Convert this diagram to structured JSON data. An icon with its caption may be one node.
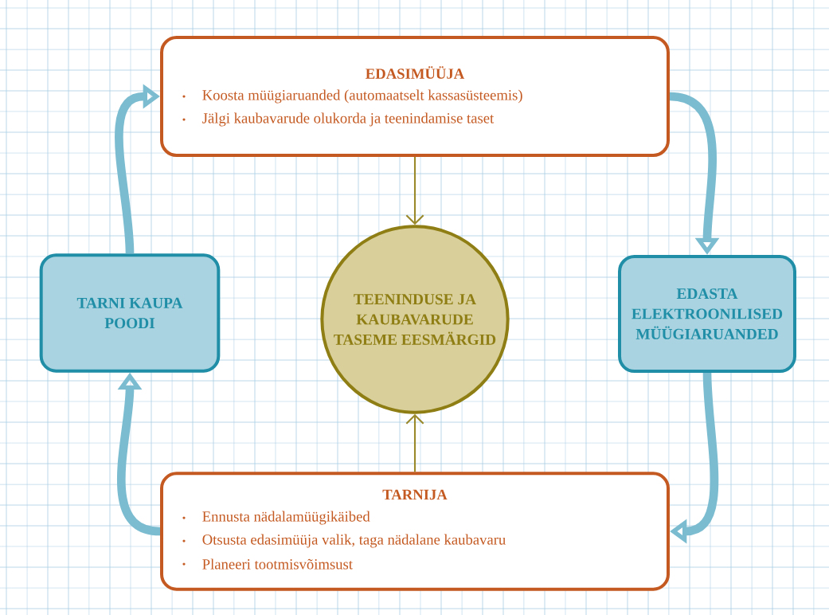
{
  "diagram": {
    "nodes": [
      {
        "text": [
          "EDASIMÜÜJA",
          "Koosta müügiaruanded (automaatselt kassasüsteemis)",
          "Jälgi kaubavarude olukorda ja teenindamise taset"
        ]
      },
      {
        "text": [
          "TARNI KAUPA POODI"
        ]
      },
      {
        "text": [
          "TEENINDUSE JA KAUBAVARUDE TASEME EESMÄRGID"
        ]
      },
      {
        "text": [
          "EDASTA ELEKTROONILISED MÜÜGIARUANDED"
        ]
      },
      {
        "text": [
          "TARNIJA",
          "Ennusta nädalamüügikäibed",
          "Otsusta edasimüüja valik, taga nädalane kaubavaru",
          "Planeeri tootmisvõimsust"
        ]
      }
    ],
    "edges": [
      {
        "from": 0,
        "to": 3,
        "arrow": "to"
      },
      {
        "from": 3,
        "to": 4,
        "arrow": "to"
      },
      {
        "from": 4,
        "to": 1,
        "arrow": "to"
      },
      {
        "from": 1,
        "to": 0,
        "arrow": "to"
      },
      {
        "from": 0,
        "to": 2,
        "arrow": "to",
        "color": "#9a8a2c"
      },
      {
        "from": 4,
        "to": 2,
        "arrow": "to",
        "color": "#9a8a2c"
      }
    ]
  }
}
